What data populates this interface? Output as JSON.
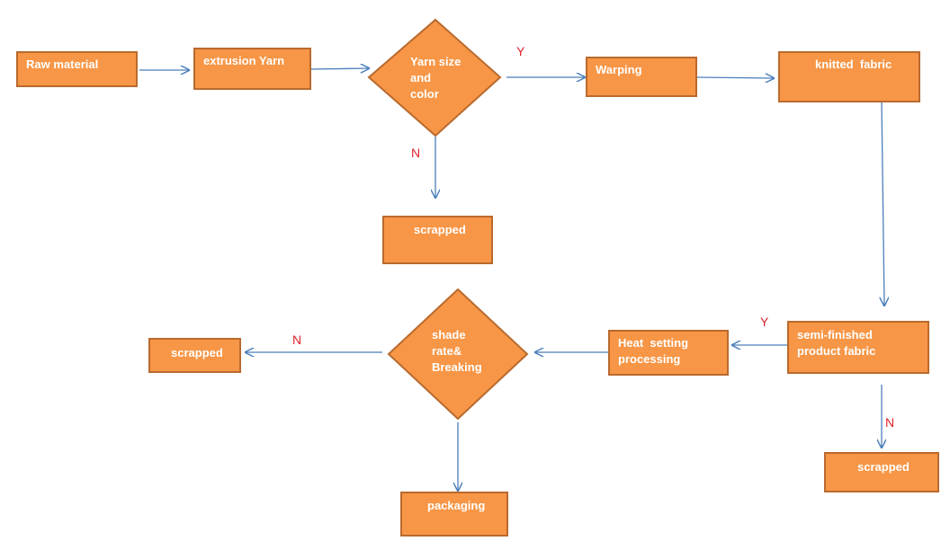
{
  "nodes": {
    "raw_material": "Raw material",
    "extrusion_yarn": "extrusion Yarn",
    "yarn_check": [
      "Yarn size",
      "and",
      "color"
    ],
    "warping": "Warping",
    "knitted_fabric": "knitted  fabric",
    "scrapped_1": "scrapped",
    "semi_finished": [
      "semi-finished",
      "product fabric"
    ],
    "heat_setting": [
      "Heat  setting",
      "processing"
    ],
    "shade_check": [
      "shade",
      "rate&",
      "Breaking"
    ],
    "scrapped_2": "scrapped",
    "packaging": "packaging",
    "scrapped_3": "scrapped"
  },
  "edge_labels": {
    "yarn_yes": "Y",
    "yarn_no": "N",
    "semi_yes": "Y",
    "semi_no": "N",
    "shade_no": "N"
  },
  "colors": {
    "node_fill": "#F79646",
    "node_border": "#B96A2E",
    "node_text": "#FFFFFF",
    "connector": "#4A7EBB",
    "decision_label": "#E0202A"
  }
}
